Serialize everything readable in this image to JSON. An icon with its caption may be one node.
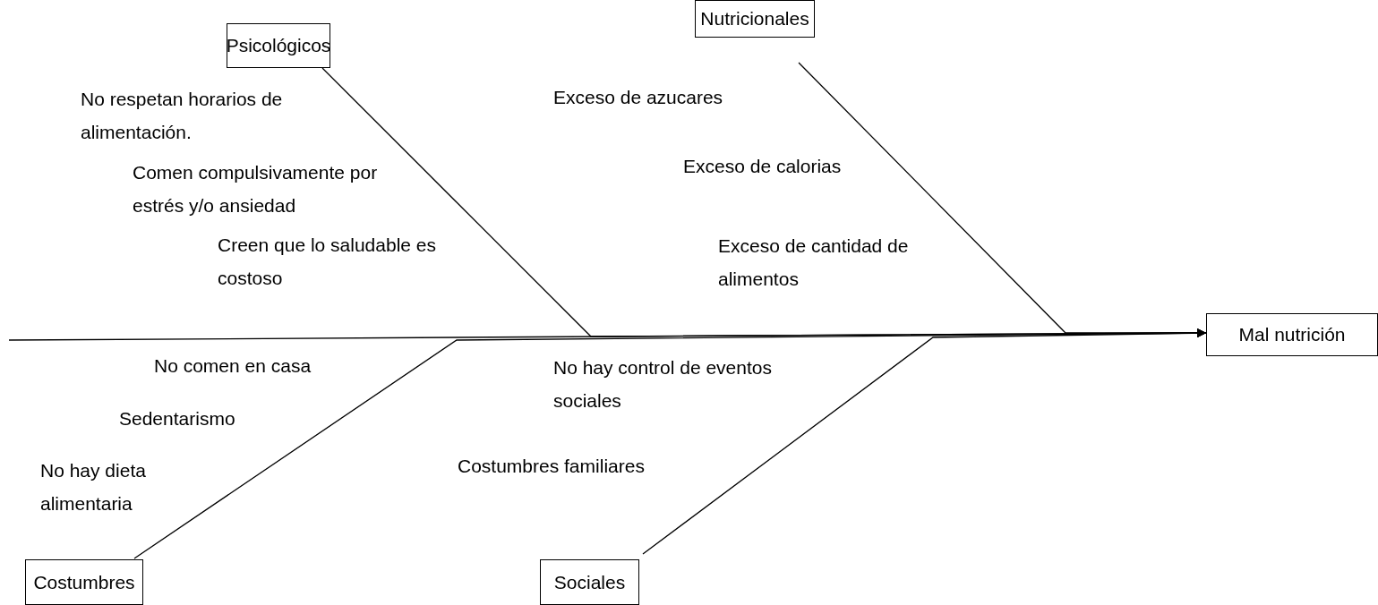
{
  "diagram": {
    "nodes": [
      {
        "text": [
          "Psicológicos"
        ]
      },
      {
        "text": [
          "Nutricionales"
        ]
      },
      {
        "text": [
          "Mal nutrición"
        ]
      },
      {
        "text": [
          "Costumbres"
        ]
      },
      {
        "text": [
          "Sociales"
        ]
      }
    ],
    "edges": [
      {
        "from": null,
        "to": 2,
        "arrow": "to"
      },
      {
        "from": 0,
        "to": 2,
        "arrow": "to"
      },
      {
        "from": 1,
        "to": 2,
        "arrow": "to"
      },
      {
        "from": 3,
        "to": 2,
        "arrow": "to"
      },
      {
        "from": 4,
        "to": 2,
        "arrow": "to"
      }
    ],
    "labels": [
      "No respetan horarios de alimentación.",
      "Exceso de azucares",
      "Exceso de calorias",
      "Comen compulsivamente por estrés y/o ansiedad",
      "Creen que lo saludable es costoso",
      "Exceso de cantidad de alimentos",
      "No comen en casa",
      "No hay control de eventos sociales",
      "Sedentarismo",
      "Costumbres familiares",
      "No hay dieta alimentaria"
    ]
  }
}
